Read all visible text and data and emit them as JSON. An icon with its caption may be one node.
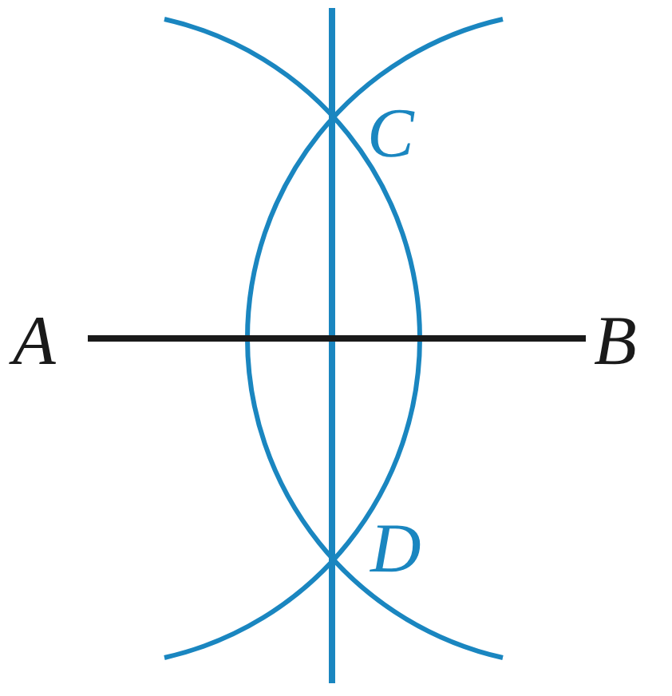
{
  "diagram": {
    "labels": [
      "C",
      "A",
      "B",
      "D"
    ]
  }
}
